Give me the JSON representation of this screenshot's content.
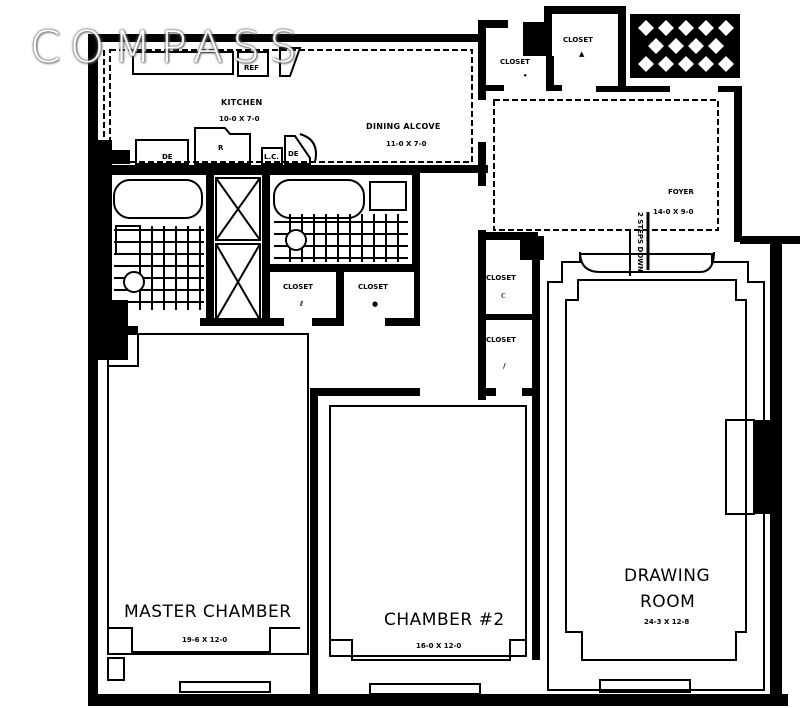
{
  "watermark": "COMPASS",
  "rooms": {
    "kitchen": {
      "name": "KITCHEN",
      "dims": "10-0 X 7-0"
    },
    "dining_alcove": {
      "name": "DINING ALCOVE",
      "dims": "11-0 X 7-0"
    },
    "foyer": {
      "name": "FOYER",
      "dims": "14-0 X 9-0"
    },
    "master_chamber": {
      "name": "MASTER CHAMBER",
      "dims": "19-6 X 12-0"
    },
    "chamber_2": {
      "name": "CHAMBER #2",
      "dims": "16-0 X 12-0"
    },
    "drawing_room": {
      "name_line1": "DRAWING",
      "name_line2": "ROOM",
      "dims": "24-3 X 12-8"
    }
  },
  "closets": [
    {
      "label": "CLOSET",
      "mark": "•"
    },
    {
      "label": "CLOSET",
      "mark": "▲"
    },
    {
      "label": "CLOSET",
      "mark": "ℓ"
    },
    {
      "label": "CLOSET",
      "mark": "●"
    },
    {
      "label": "CLOSET",
      "mark": "ℂ"
    },
    {
      "label": "CLOSET",
      "mark": "/"
    }
  ],
  "fixtures": {
    "ref": "REF",
    "range": "R",
    "lc": "L.C.",
    "de": "DE",
    "dw": "DE"
  },
  "annotations": {
    "steps": "2 STEPS DOWN"
  }
}
